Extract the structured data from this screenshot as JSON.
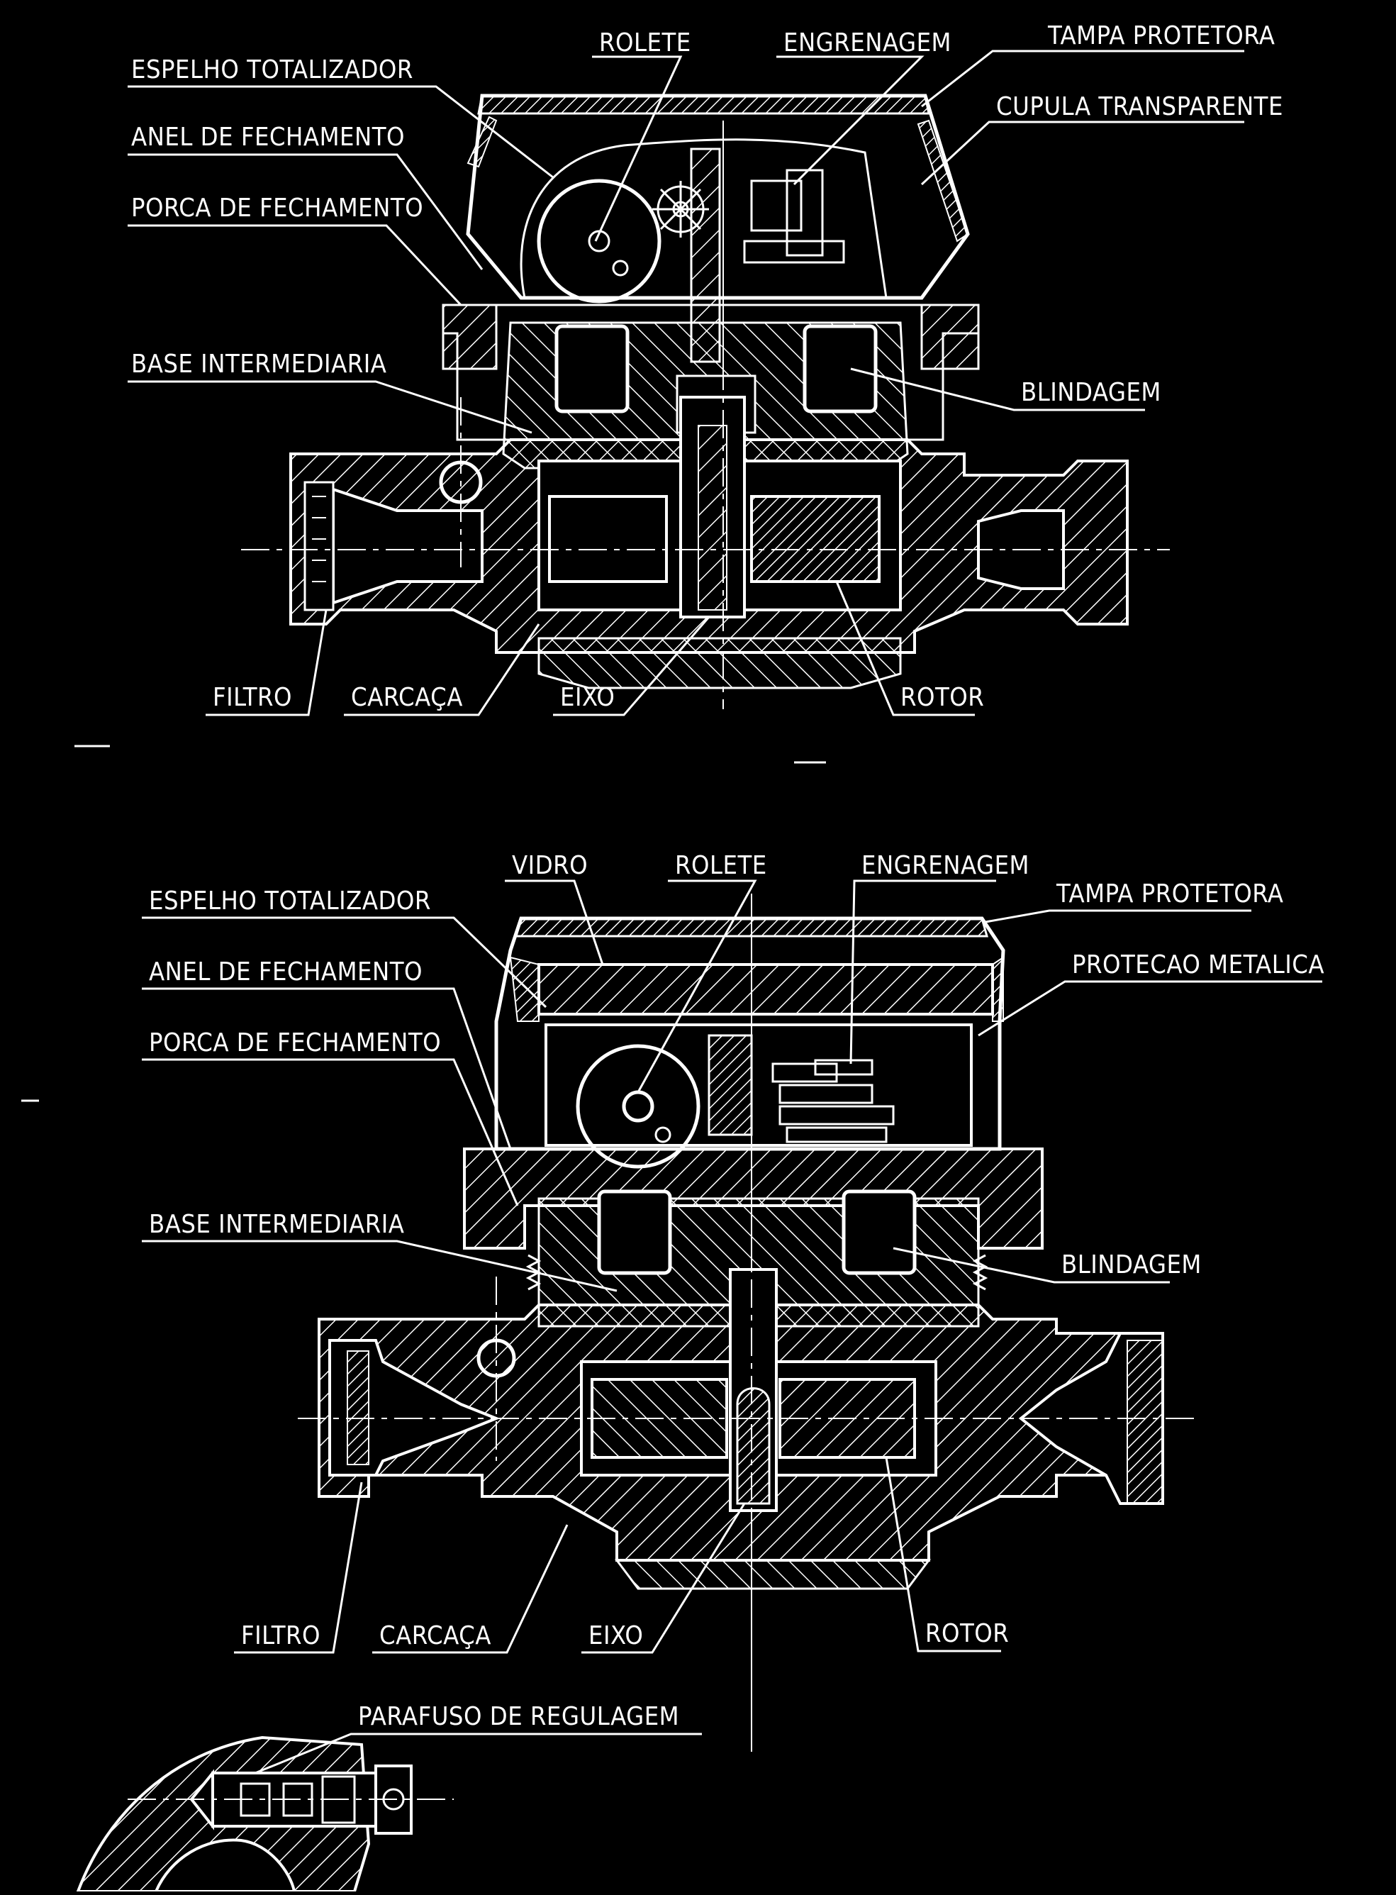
{
  "colors": {
    "background": "#000000",
    "ink": "#ffffff"
  },
  "top_view": {
    "labels": {
      "espelho": "ESPELHO TOTALIZADOR",
      "anel": "ANEL DE FECHAMENTO",
      "porca": "PORCA DE FECHAMENTO",
      "base": "BASE INTERMEDIARIA",
      "rolete": "ROLETE",
      "engrenagem": "ENGRENAGEM",
      "tampa": "TAMPA PROTETORA",
      "cupula": "CUPULA TRANSPARENTE",
      "blindagem": "BLINDAGEM",
      "filtro": "FILTRO",
      "carcaca": "CARCAÇA",
      "eixo": "EIXO",
      "rotor": "ROTOR"
    }
  },
  "bottom_view": {
    "labels": {
      "vidro": "VIDRO",
      "rolete": "ROLETE",
      "engrenagem": "ENGRENAGEM",
      "espelho": "ESPELHO TOTALIZADOR",
      "tampa": "TAMPA PROTETORA",
      "anel": "ANEL DE FECHAMENTO",
      "protecao": "PROTECAO METALICA",
      "porca": "PORCA DE FECHAMENTO",
      "base": "BASE INTERMEDIARIA",
      "blindagem": "BLINDAGEM",
      "filtro": "FILTRO",
      "carcaca": "CARCAÇA",
      "eixo": "EIXO",
      "rotor": "ROTOR"
    }
  },
  "detail_view": {
    "labels": {
      "parafuso": "PARAFUSO DE REGULAGEM"
    }
  }
}
